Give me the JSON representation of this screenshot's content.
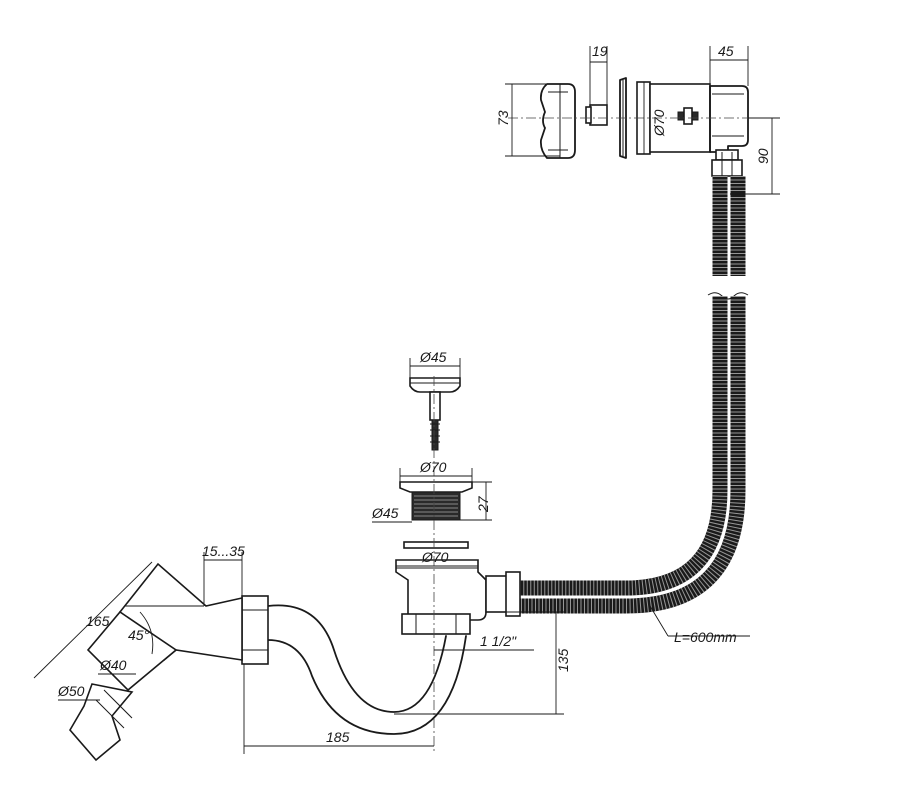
{
  "dimensions": {
    "overflow_width": "19",
    "overflow_depth": "45",
    "overflow_handle_height": "73",
    "overflow_diameter": "Ø70",
    "overflow_drop": "90",
    "plug_diameter": "Ø45",
    "drain_flange_diameter": "Ø70",
    "drain_height": "27",
    "drain_inner_diameter": "Ø45",
    "drain_lower_diameter": "Ø70",
    "outlet_range": "15...35",
    "outlet_length": "165",
    "outlet_angle": "45°",
    "pipe_diameter_40": "Ø40",
    "pipe_diameter_50": "Ø50",
    "thread_size": "1 1/2\"",
    "trap_height": "135",
    "trap_width": "185",
    "hose_length": "L=600mm"
  }
}
